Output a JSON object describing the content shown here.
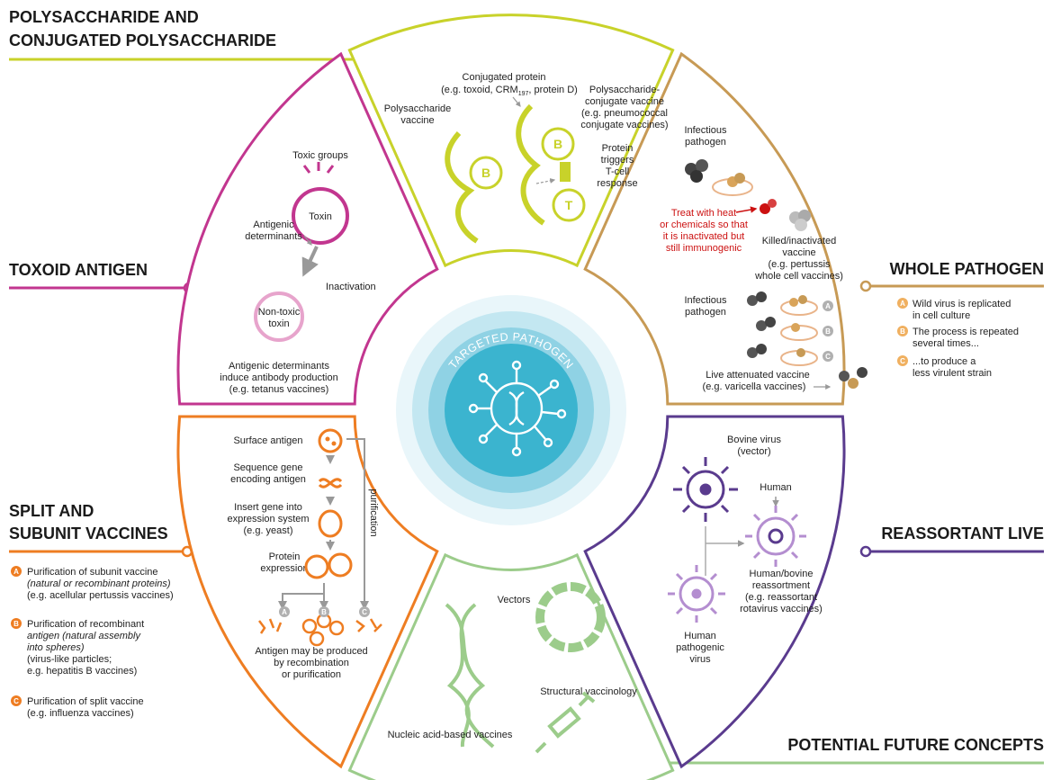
{
  "colors": {
    "yellow": "#c8d22a",
    "magenta": "#c2368f",
    "tan": "#c79a55",
    "orange": "#ee7d22",
    "purple": "#5a3b8e",
    "green": "#9ccc8b",
    "teal": "#3bb4cf",
    "red": "#cc1111"
  },
  "center": {
    "title": "TARGETED PATHOGEN"
  },
  "categories": {
    "poly_line1": "POLYSACCHARIDE AND",
    "poly_line2": "CONJUGATED POLYSACCHARIDE",
    "toxoid": "TOXOID ANTIGEN",
    "whole": "WHOLE PATHOGEN",
    "split_line1": "SPLIT AND",
    "split_line2": "SUBUNIT VACCINES",
    "reassortant": "REASSORTANT LIVE",
    "future": "POTENTIAL FUTURE CONCEPTS"
  },
  "poly": {
    "conj_protein_1": "Conjugated protein",
    "conj_protein_2a": "(e.g. toxoid, CRM",
    "conj_protein_sub": "197",
    "conj_protein_2b": ", protein D)",
    "ps_vaccine_1": "Polysaccharide",
    "ps_vaccine_2": "vaccine",
    "conj_vaccine_1": "Polysaccharide-",
    "conj_vaccine_2": "conjugate vaccine",
    "conj_vaccine_3": "(e.g. pneumococcal",
    "conj_vaccine_4": "conjugate vaccines)",
    "protein_1": "Protein",
    "protein_2": "triggers",
    "protein_3": "T-cell",
    "protein_4": "response",
    "b": "B",
    "t": "T"
  },
  "toxoid": {
    "toxic_groups": "Toxic groups",
    "toxin": "Toxin",
    "antigenic_1": "Antigenic",
    "antigenic_2": "determinants",
    "inactivation": "Inactivation",
    "nontoxic_1": "Non-toxic",
    "nontoxic_2": "toxin",
    "desc_1": "Antigenic determinants",
    "desc_2": "induce antibody production",
    "desc_3": "(e.g. tetanus vaccines)"
  },
  "whole": {
    "infectious_1": "Infectious",
    "infectious_2": "pathogen",
    "treat_1": "Treat with heat",
    "treat_2": "or chemicals so that",
    "treat_3": "it is inactivated but",
    "treat_4": "still immunogenic",
    "killed_1": "Killed/inactivated",
    "killed_2": "vaccine",
    "killed_3": "(e.g. pertussis",
    "killed_4": "whole cell vaccines)",
    "inf2_1": "Infectious",
    "inf2_2": "pathogen",
    "live_1": "Live attenuated vaccine",
    "live_2": "(e.g. varicella vaccines)",
    "a": "A",
    "b": "B",
    "c": "C",
    "legend_a_1": "Wild virus is replicated",
    "legend_a_2": "in cell culture",
    "legend_b_1": "The process is repeated",
    "legend_b_2": "several times...",
    "legend_c_1": "...to produce a",
    "legend_c_2": "less virulent strain"
  },
  "split": {
    "surface": "Surface antigen",
    "seq_1": "Sequence gene",
    "seq_2": "encoding antigen",
    "insert_1": "Insert gene into",
    "insert_2": "expression system",
    "insert_3": "(e.g. yeast)",
    "expr_1": "Protein",
    "expr_2": "expression",
    "purification": "purification",
    "produced_1": "Antigen may be produced",
    "produced_2": "by recombination",
    "produced_3": "or purification",
    "a": "A",
    "b": "B",
    "c": "C",
    "la_1": "Purification of subunit vaccine",
    "la_2": "(natural or recombinant proteins)",
    "la_3": "(e.g. acellular pertussis vaccines)",
    "lb_1": "Purification of recombinant",
    "lb_2": "antigen (natural assembly",
    "lb_3": "into spheres)",
    "lb_4": "(virus-like particles;",
    "lb_5": "e.g. hepatitis B vaccines)",
    "lc_1": "Purification of split vaccine",
    "lc_2": "(e.g. influenza vaccines)"
  },
  "reassortant": {
    "bovine_1": "Bovine virus",
    "bovine_2": "(vector)",
    "human": "Human",
    "hb_1": "Human/bovine",
    "hb_2": "reassortment",
    "hb_3": "(e.g. reassortant",
    "hb_4": "rotavirus vaccines)",
    "hp_1": "Human",
    "hp_2": "pathogenic",
    "hp_3": "virus"
  },
  "future": {
    "vectors": "Vectors",
    "structural": "Structural vaccinology",
    "nucleic": "Nucleic acid-based vaccines"
  }
}
